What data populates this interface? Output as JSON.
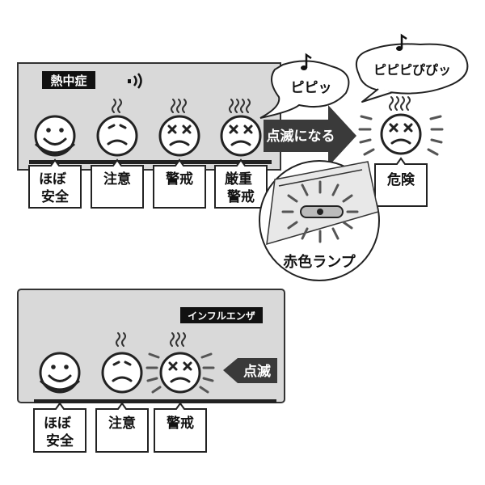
{
  "top_panel": {
    "tag": "熱中症",
    "levels": [
      "ほぼ\n安全",
      "注意",
      "警戒",
      "厳重\n警戒"
    ],
    "arrow_label": "点滅になる",
    "danger_label": "危険",
    "beep_small": "ピピッ",
    "beep_big": "ピピピぴぴッ",
    "lamp_label": "赤色ランプ"
  },
  "bottom_panel": {
    "tag": "インフルエンザ",
    "levels": [
      "ほぼ\n安全",
      "注意",
      "警戒"
    ],
    "blink_label": "点滅"
  },
  "colors": {
    "panel_bg": "#d9d9d9",
    "dark": "#333333"
  }
}
